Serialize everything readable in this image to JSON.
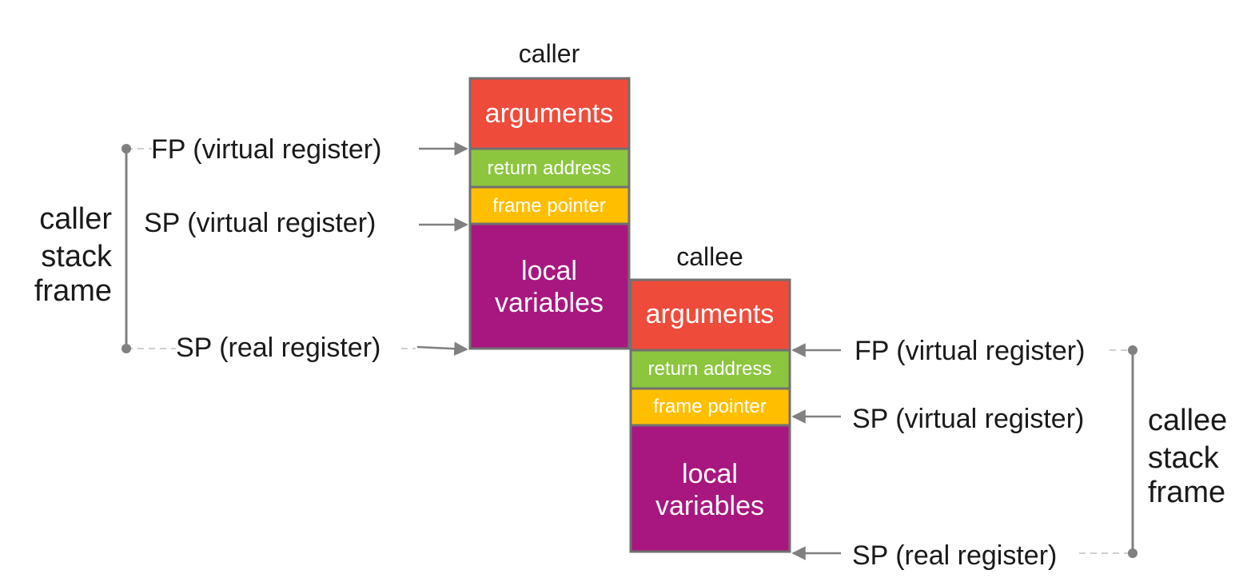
{
  "colors": {
    "arguments": "#ef4b3b",
    "return_address": "#8cc63f",
    "frame_pointer": "#ffbf00",
    "local_variables": "#a8177f",
    "border": "#707070",
    "connector": "#808080",
    "dashed": "#d0d0d0",
    "text": "#1a1a1a"
  },
  "caller": {
    "title": "caller",
    "cells": {
      "arguments": "arguments",
      "return_address": "return address",
      "frame_pointer": "frame pointer",
      "local_line1": "local",
      "local_line2": "variables"
    },
    "pointers": {
      "fp_virtual": "FP (virtual register)",
      "sp_virtual": "SP (virtual register)",
      "sp_real": "SP (real register)"
    },
    "frame_label": [
      "caller",
      "stack",
      "frame"
    ]
  },
  "callee": {
    "title": "callee",
    "cells": {
      "arguments": "arguments",
      "return_address": "return address",
      "frame_pointer": "frame pointer",
      "local_line1": "local",
      "local_line2": "variables"
    },
    "pointers": {
      "fp_virtual": "FP (virtual register)",
      "sp_virtual": "SP (virtual register)",
      "sp_real": "SP (real register)"
    },
    "frame_label": [
      "callee",
      "stack",
      "frame"
    ]
  }
}
